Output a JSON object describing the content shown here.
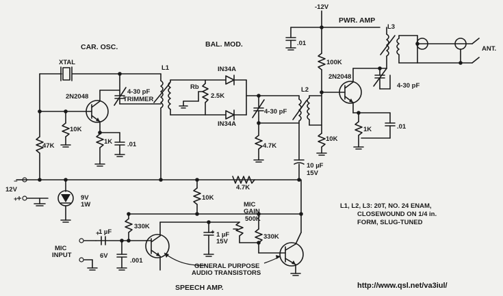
{
  "sections": {
    "car_osc": "CAR. OSC.",
    "bal_mod": "BAL. MOD.",
    "pwr_amp": "PWR. AMP",
    "speech_amp": "SPEECH AMP."
  },
  "supply": {
    "minus12_top": "-12V",
    "rail_label": "12V"
  },
  "components": {
    "xtal": "XTAL",
    "q1": "2N2048",
    "q2": "2N2048",
    "r47k": "47K",
    "r10k_osc": "10K",
    "r1k_osc": "1K",
    "c01_osc": ".01",
    "trimmer": "4-30 pF",
    "trimmer_label": "TRIMMER",
    "l1": "L1",
    "d1": "IN34A",
    "d2": "IN34A",
    "rb": "Rb",
    "rb_val": "2.5K",
    "cvar_bal": "4-30 pF",
    "l2": "L2",
    "r4k7_bal": "4.7K",
    "c10uf": "10 µF",
    "c10uf_v": "15V",
    "r4k7_rail": "4.7K",
    "c01_top": ".01",
    "r100k": "100K",
    "r10k_pa": "10K",
    "r1k_pa": "1K",
    "c01_pa": ".01",
    "cvar_pa": "4-30 pF",
    "l3": "L3",
    "ant": "ANT.",
    "zener": "9V",
    "zener_w": "1W",
    "r10k_sp": "10K",
    "r330k_a": "330K",
    "r330k_b": "330K",
    "mic_gain": "MIC",
    "mic_gain2": "GAIN",
    "mic_gain_val": "500K",
    "c1uf_a": "1 µF",
    "c6v": "6V",
    "c001": ".001",
    "c1uf_b": "1 µF",
    "c15v": "15V",
    "mic_input": "MIC",
    "mic_input2": "INPUT",
    "gp1": "GENERAL PURPOSE",
    "gp2": "AUDIO TRANSISTORS"
  },
  "notes": [
    "L1, L2, L3: 20T, NO. 24 ENAM,",
    "CLOSEWOUND ON 1/4 in.",
    "FORM, SLUG-TUNED"
  ],
  "url": "http://www.qsl.net/va3iul/"
}
